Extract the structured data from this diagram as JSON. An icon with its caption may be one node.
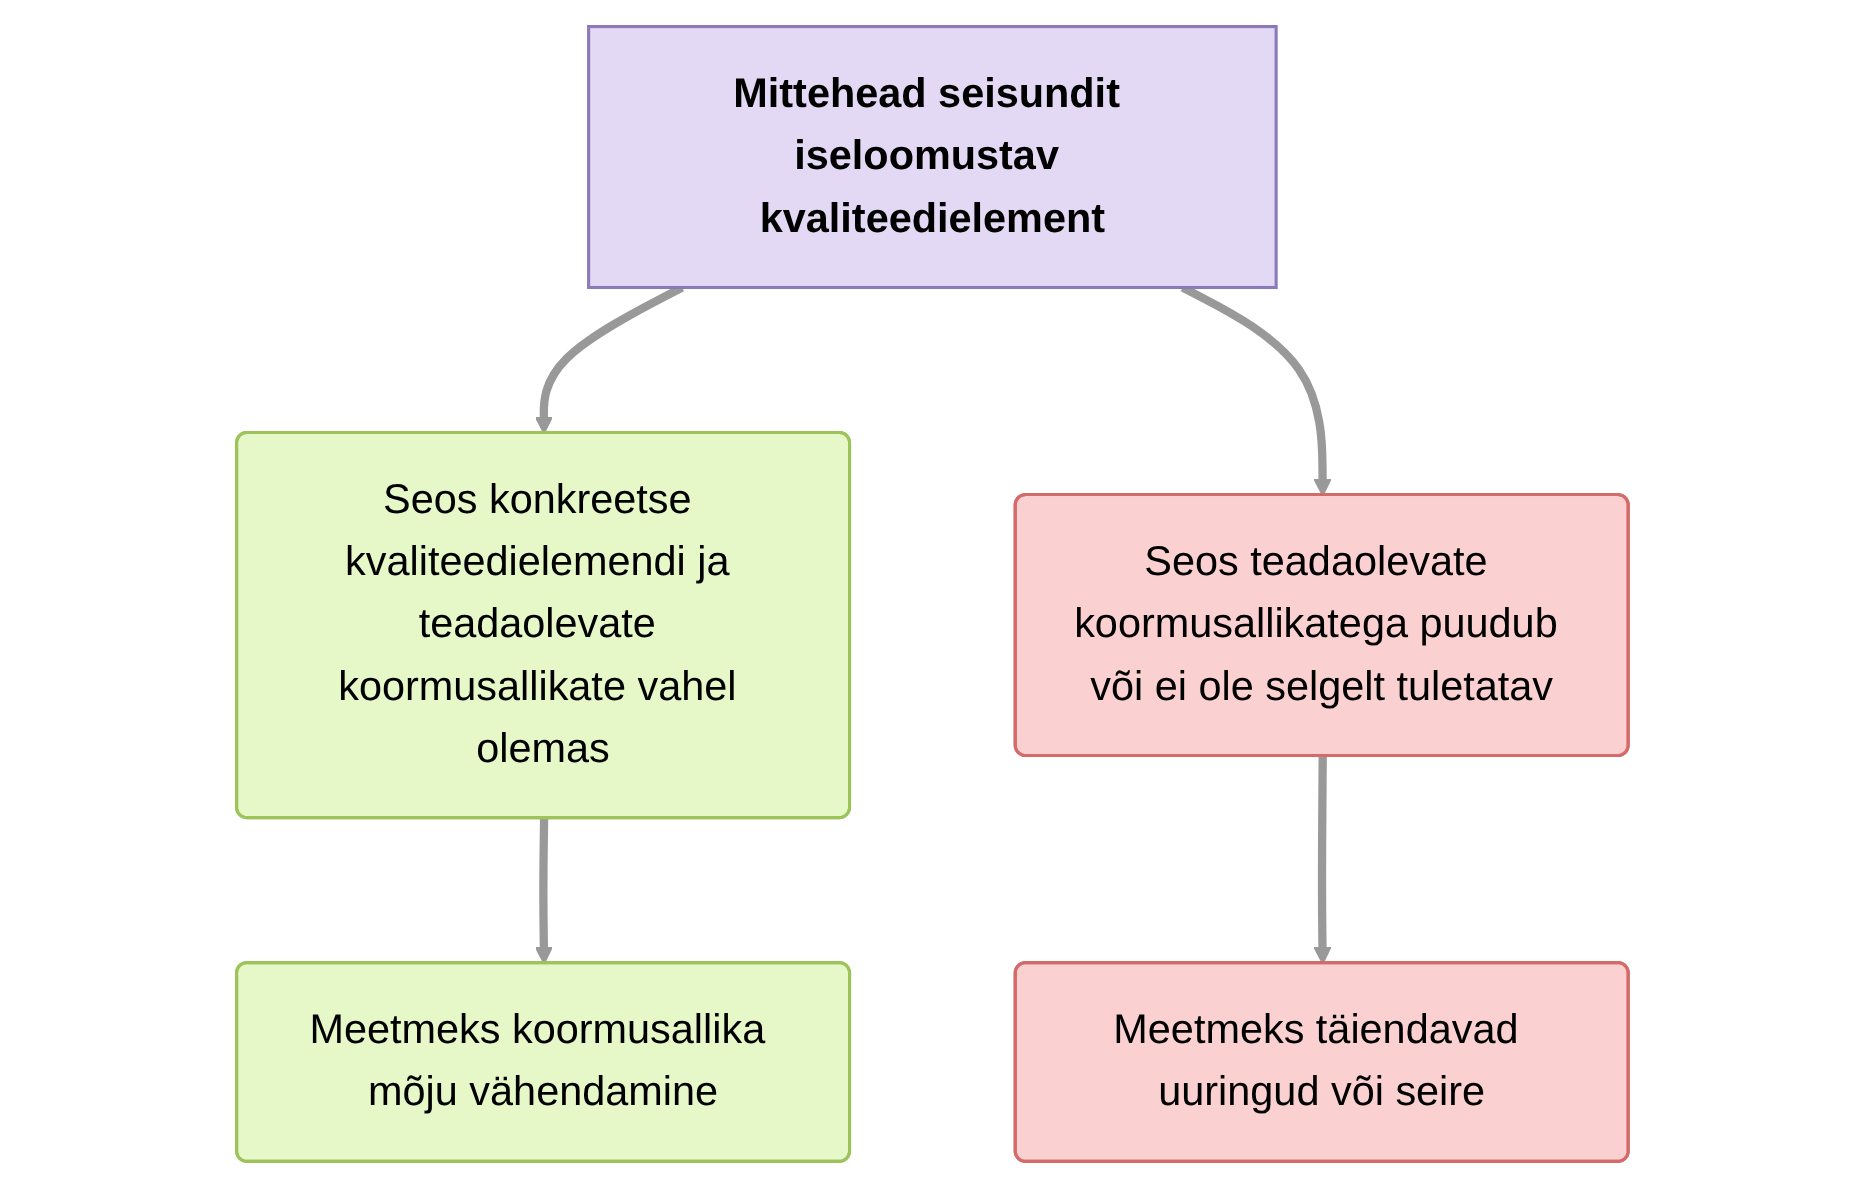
{
  "diagram": {
    "nodes": [
      {
        "text": [
          "Mittehead seisundit iseloomustav kvaliteedielement"
        ]
      },
      {
        "text": [
          "Seos konkreetse kvaliteedielemendi ja teadaolevate koormusallikate vahel olemas"
        ]
      },
      {
        "text": [
          "Seos teadaolevate koormusallikatega puudub või ei ole selgelt tuletatav"
        ]
      },
      {
        "text": [
          "Meetmeks koormusallika mõju vähendamine"
        ]
      },
      {
        "text": [
          "Meetmeks täiendavad uuringud või seire"
        ]
      }
    ],
    "edges": [
      {
        "from": 0,
        "to": 1,
        "arrow": "to"
      },
      {
        "from": 0,
        "to": 2,
        "arrow": "to"
      },
      {
        "from": 1,
        "to": 3,
        "arrow": "to"
      },
      {
        "from": 2,
        "to": 4,
        "arrow": "to"
      }
    ]
  }
}
